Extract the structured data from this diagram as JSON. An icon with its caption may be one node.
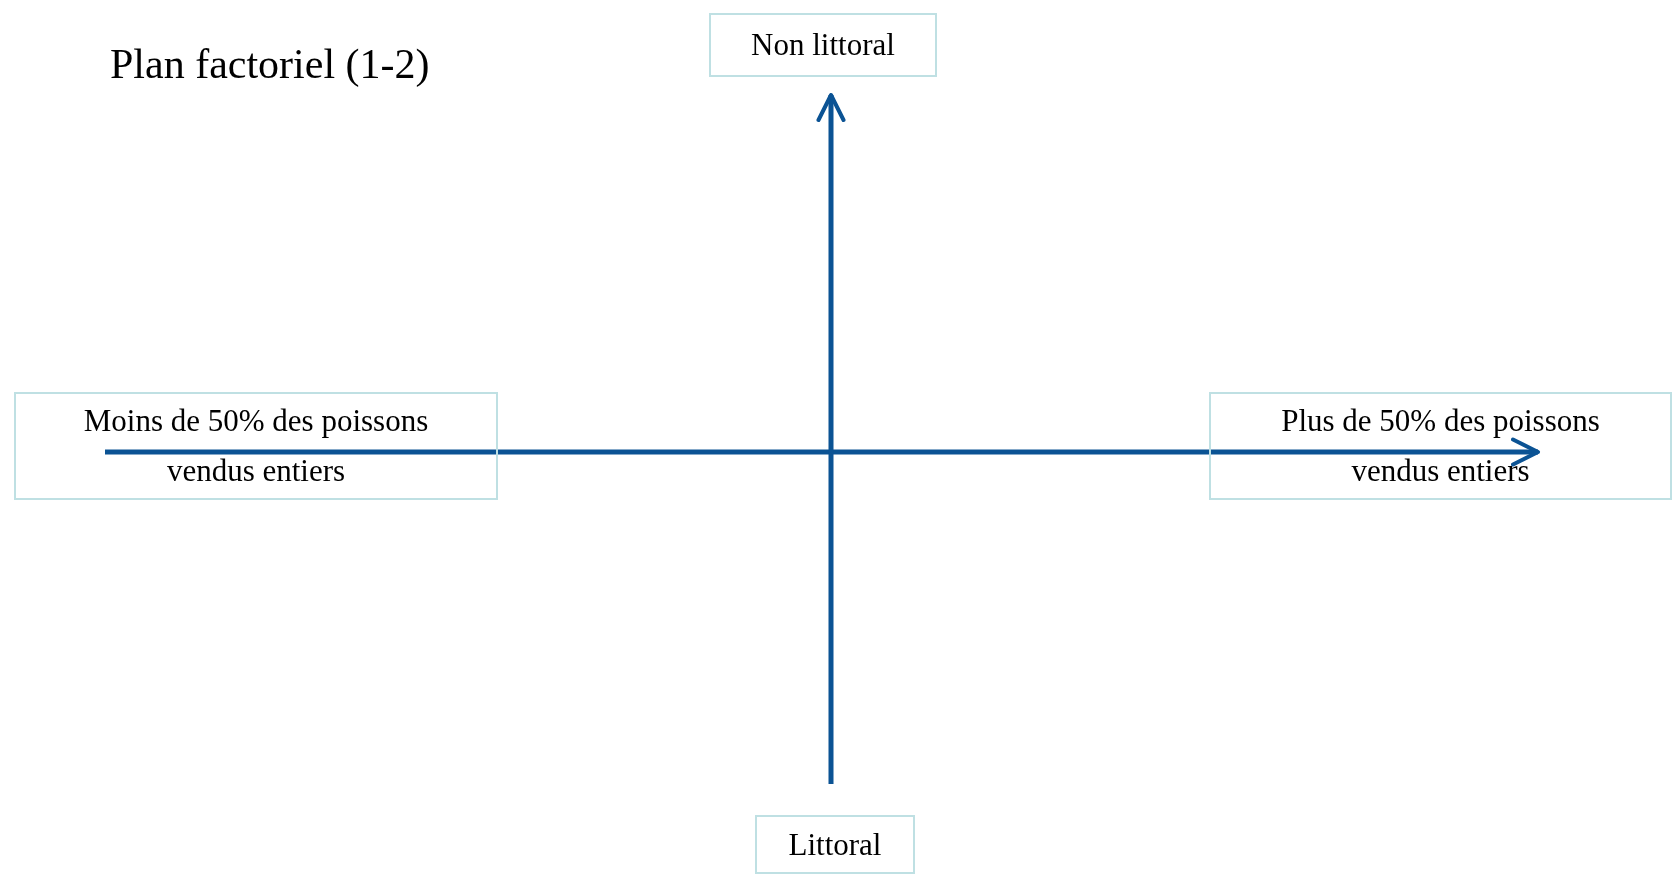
{
  "diagram": {
    "title": "Plan factoriel (1-2)",
    "nodes": [
      {
        "text": [
          "Non littoral"
        ]
      },
      {
        "text": [
          "Moins de 50% des poissons vendus entiers"
        ]
      },
      {
        "text": [
          "Plus de 50% des poissons vendus entiers"
        ]
      },
      {
        "text": [
          "Littoral"
        ]
      }
    ],
    "edges": [
      {
        "from": 1,
        "to": 2,
        "arrow": "to"
      },
      {
        "from": 3,
        "to": 0,
        "arrow": "to"
      }
    ]
  }
}
